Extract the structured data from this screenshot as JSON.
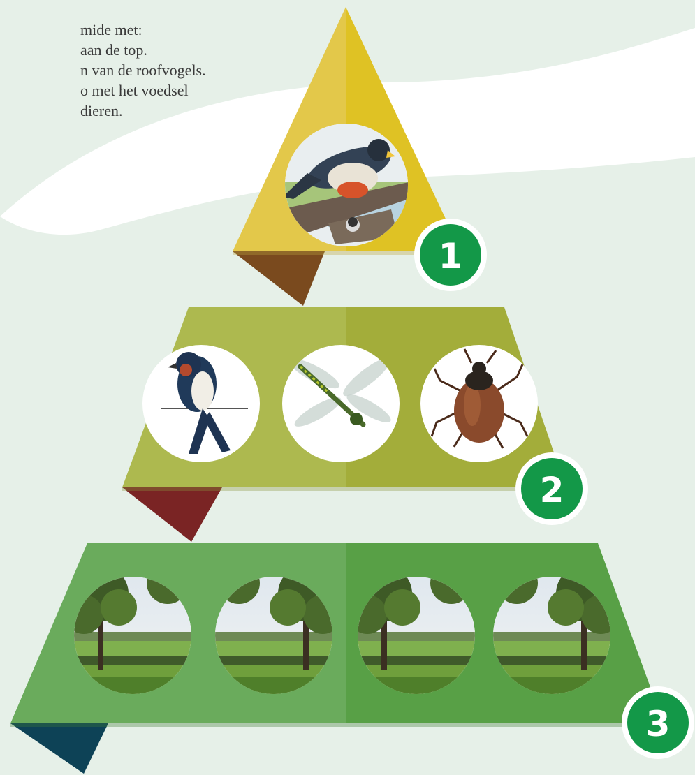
{
  "caption_lines": [
    "mide met:",
    "aan de top.",
    "n van de roofvogels.",
    "o met het voedsel",
    "dieren."
  ],
  "levels": [
    {
      "number": "1",
      "illustrations": [
        "falcon-on-branch"
      ]
    },
    {
      "number": "2",
      "illustrations": [
        "swallow",
        "dragonfly",
        "beetle"
      ]
    },
    {
      "number": "3",
      "illustrations": [
        "tree-landscape",
        "tree-landscape",
        "tree-landscape",
        "tree-landscape"
      ]
    }
  ],
  "colors": {
    "background": "#e6f0e8",
    "wave": "#ffffff",
    "top_left": "#e3c84a",
    "top_right": "#dfc224",
    "top_fold": "#7a4a1e",
    "mid_left": "#adb94f",
    "mid_right": "#a3ad3a",
    "mid_fold": "#7a2424",
    "base_left": "#6aab5c",
    "base_right": "#58a046",
    "base_fold": "#0d4256",
    "badge": "#139848"
  }
}
